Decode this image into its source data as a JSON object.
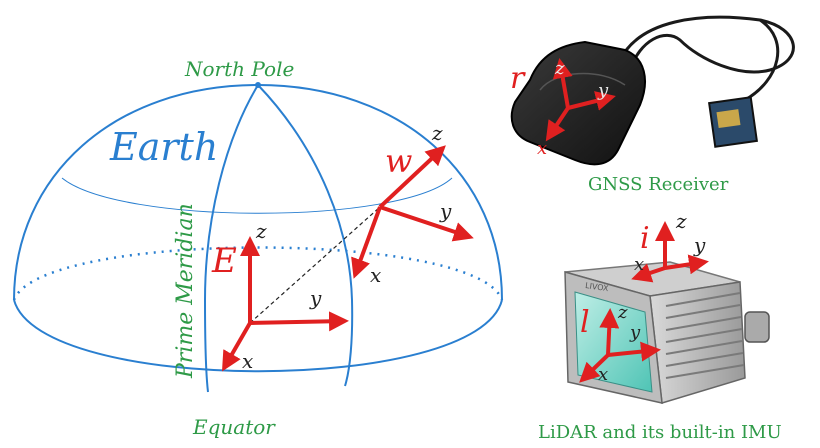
{
  "colors": {
    "earth_line": "#2a7fd0",
    "axis": "#e02020",
    "caption": "#2e9a47",
    "frame_letter": "#e02020",
    "dashed": "#222222"
  },
  "earth": {
    "title": "Earth",
    "north_pole": "North Pole",
    "equator": "Equator",
    "meridian": "Prime Meridian"
  },
  "frames": {
    "E": {
      "name": "E",
      "x": "x",
      "y": "y",
      "z": "z"
    },
    "w": {
      "name": "w",
      "x": "x",
      "y": "y",
      "z": "z"
    },
    "r": {
      "name": "r",
      "x": "x",
      "y": "y",
      "z": "z"
    },
    "i": {
      "name": "i",
      "x": "x",
      "y": "y",
      "z": "z"
    },
    "l": {
      "name": "l",
      "x": "x",
      "y": "y",
      "z": "z"
    }
  },
  "devices": {
    "gnss_caption": "GNSS Receiver",
    "lidar_caption": "LiDAR and its built-in IMU",
    "lidar_brand": "LIVOX"
  }
}
